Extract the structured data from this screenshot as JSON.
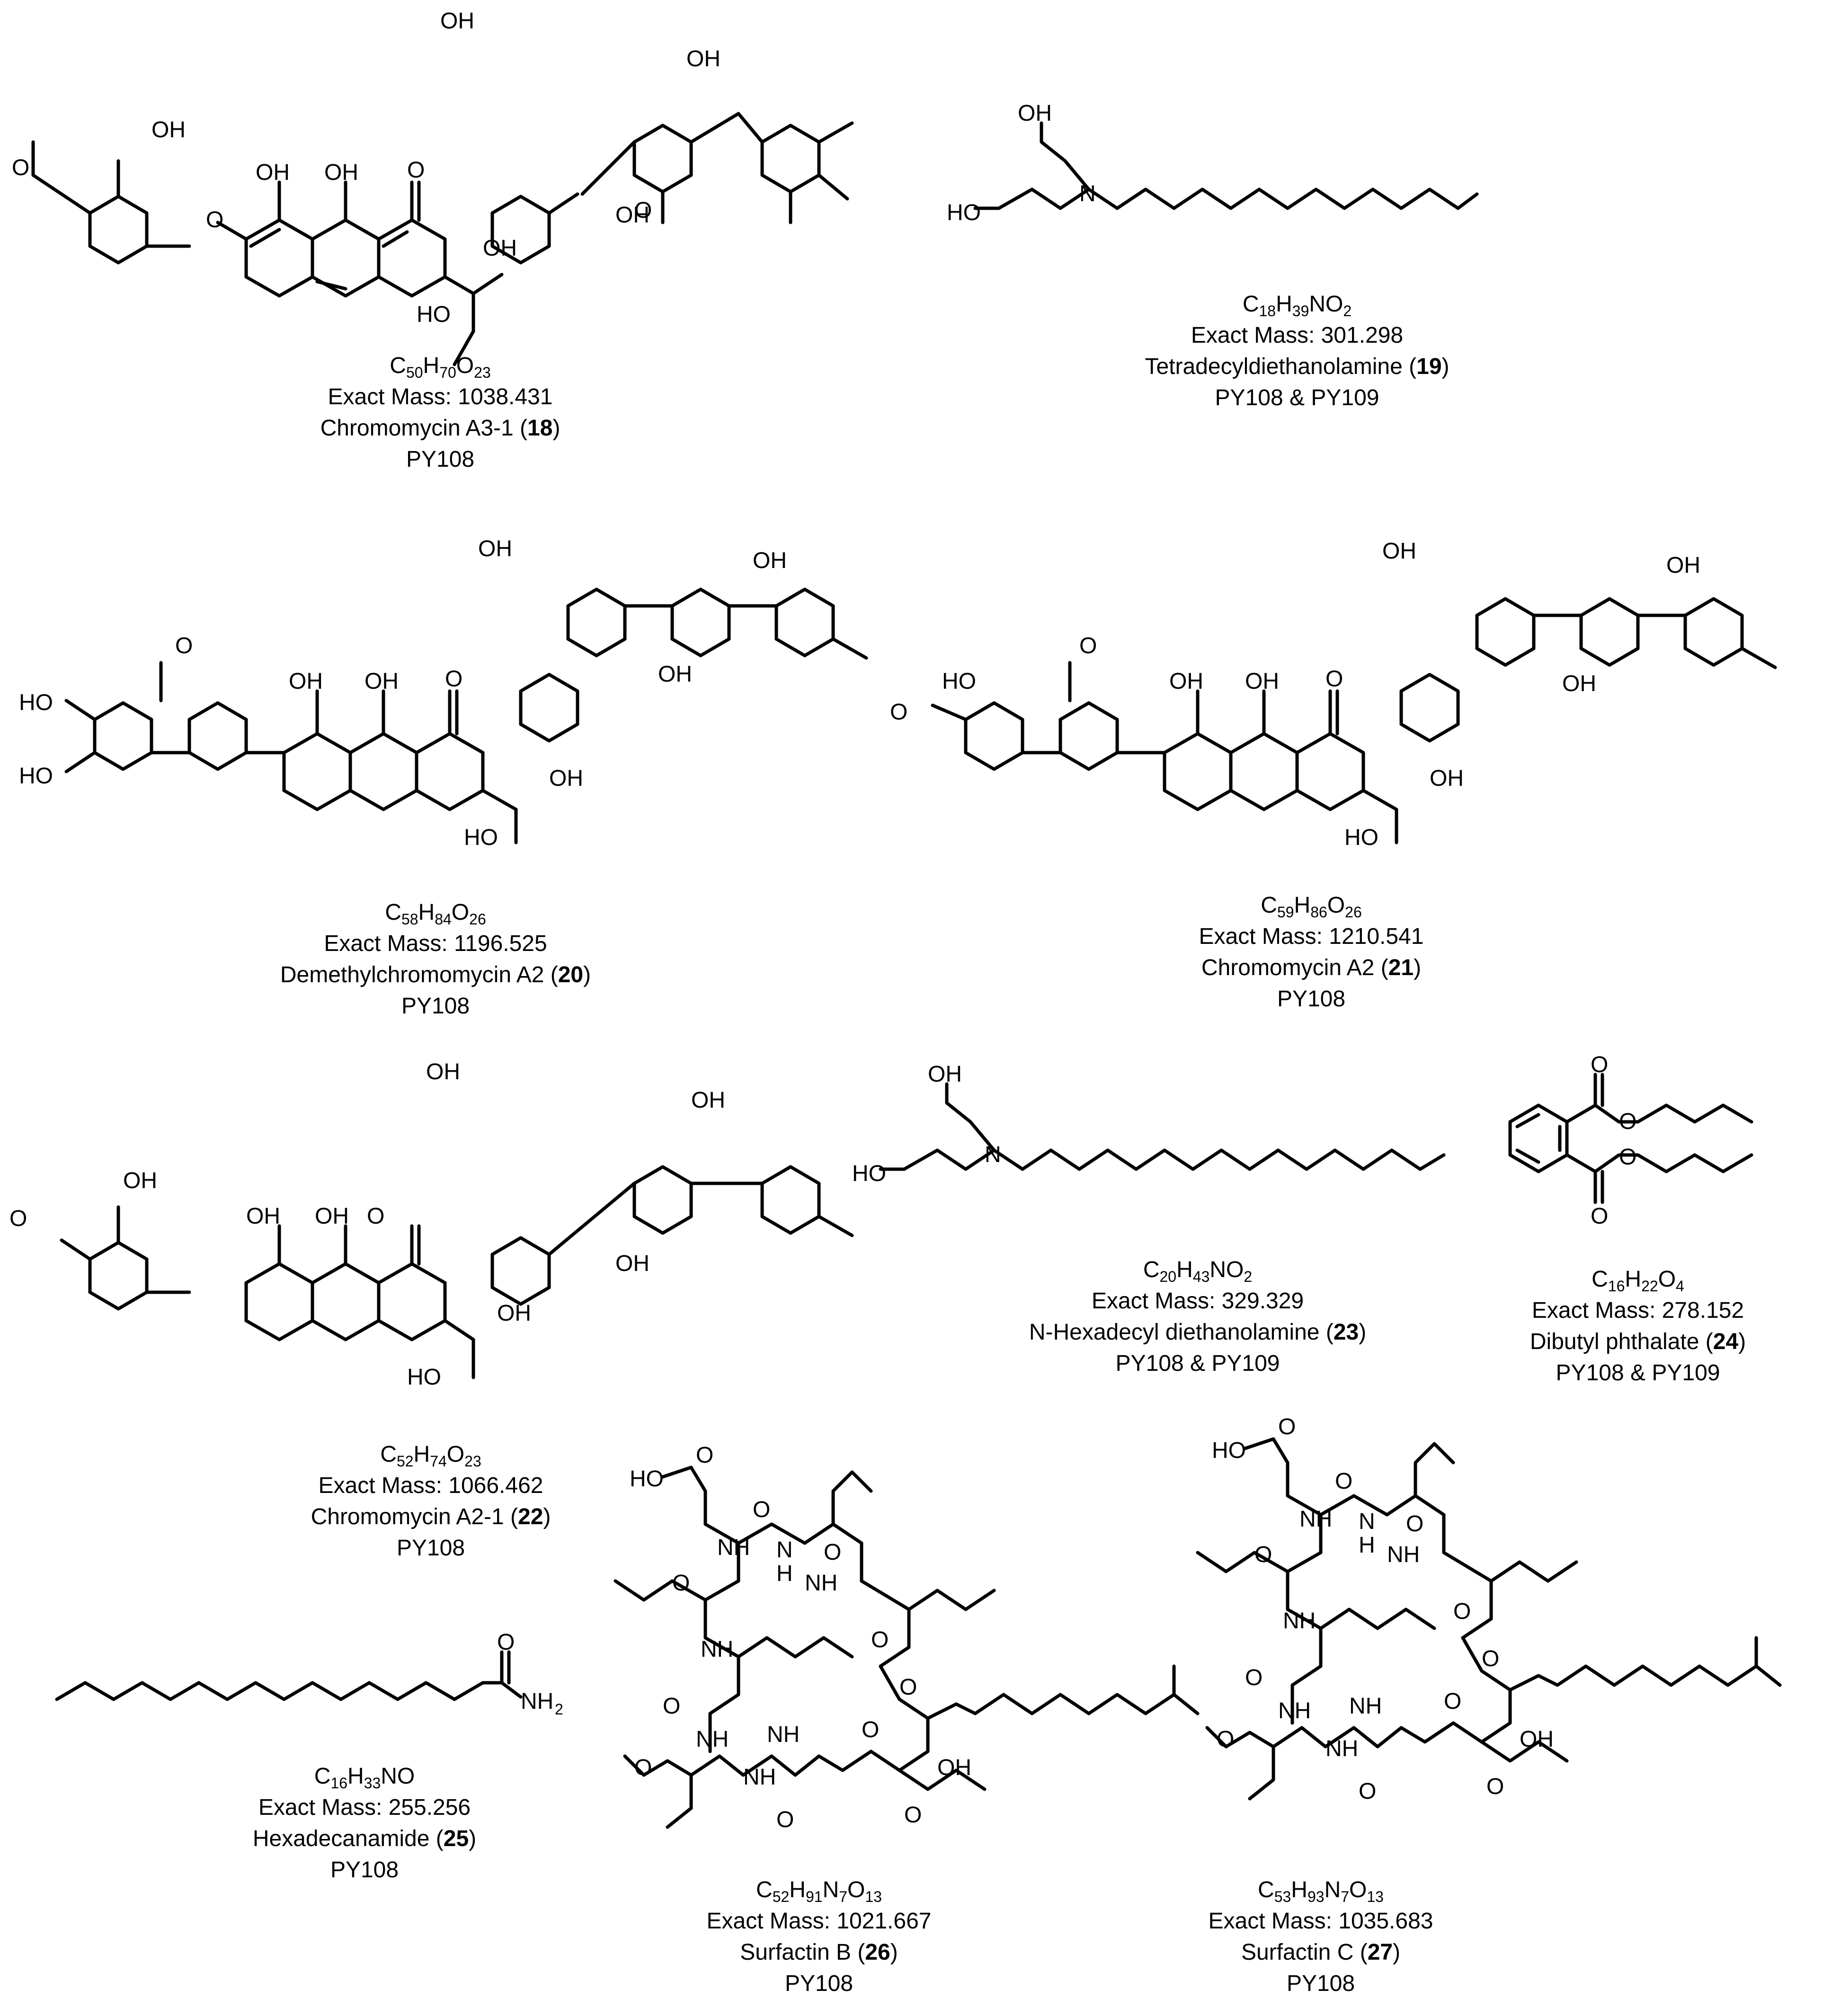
{
  "compounds": [
    {
      "id": "18",
      "formula": [
        [
          "C",
          "50"
        ],
        [
          "H",
          "70"
        ],
        [
          "O",
          "23"
        ]
      ],
      "mass": "Exact Mass: 1038.431",
      "name": "Chromomycin A3-1",
      "number": "18",
      "source": "PY108"
    },
    {
      "id": "19",
      "formula": [
        [
          "C",
          "18"
        ],
        [
          "H",
          "39"
        ],
        [
          "NO",
          "2"
        ]
      ],
      "mass": "Exact Mass: 301.298",
      "name": "Tetradecyldiethanolamine",
      "number": "19",
      "source": "PY108 & PY109"
    },
    {
      "id": "20",
      "formula": [
        [
          "C",
          "58"
        ],
        [
          "H",
          "84"
        ],
        [
          "O",
          "26"
        ]
      ],
      "mass": "Exact Mass: 1196.525",
      "name": "Demethylchromomycin A2",
      "number": "20",
      "source": "PY108"
    },
    {
      "id": "21",
      "formula": [
        [
          "C",
          "59"
        ],
        [
          "H",
          "86"
        ],
        [
          "O",
          "26"
        ]
      ],
      "mass": "Exact Mass: 1210.541",
      "name": "Chromomycin A2",
      "number": "21",
      "source": "PY108"
    },
    {
      "id": "22",
      "formula": [
        [
          "C",
          "52"
        ],
        [
          "H",
          "74"
        ],
        [
          "O",
          "23"
        ]
      ],
      "mass": "Exact Mass: 1066.462",
      "name": "Chromomycin A2-1",
      "number": "22",
      "source": "PY108"
    },
    {
      "id": "23",
      "formula": [
        [
          "C",
          "20"
        ],
        [
          "H",
          "43"
        ],
        [
          "NO",
          "2"
        ]
      ],
      "mass": "Exact Mass: 329.329",
      "name": "N-Hexadecyl diethanolamine",
      "number": "23",
      "source": "PY108 & PY109"
    },
    {
      "id": "24",
      "formula": [
        [
          "C",
          "16"
        ],
        [
          "H",
          "22"
        ],
        [
          "O",
          "4"
        ]
      ],
      "mass": "Exact Mass: 278.152",
      "name": "Dibutyl phthalate",
      "number": "24",
      "source": "PY108 & PY109"
    },
    {
      "id": "25",
      "formula": [
        [
          "C",
          "16"
        ],
        [
          "H",
          "33"
        ],
        [
          "NO",
          ""
        ]
      ],
      "mass": "Exact Mass: 255.256",
      "name": "Hexadecanamide",
      "number": "25",
      "source": "PY108"
    },
    {
      "id": "26",
      "formula": [
        [
          "C",
          "52"
        ],
        [
          "H",
          "91"
        ],
        [
          "N",
          "7"
        ],
        [
          "O",
          "13"
        ]
      ],
      "mass": "Exact Mass: 1021.667",
      "name": "Surfactin B",
      "number": "26",
      "source": "PY108"
    },
    {
      "id": "27",
      "formula": [
        [
          "C",
          "53"
        ],
        [
          "H",
          "93"
        ],
        [
          "N",
          "7"
        ],
        [
          "O",
          "13"
        ]
      ],
      "mass": "Exact Mass: 1035.683",
      "name": "Surfactin C",
      "number": "27",
      "source": "PY108"
    }
  ],
  "atom_labels": {
    "oh": "OH",
    "ho": "HO",
    "o": "O",
    "n": "N",
    "nh": "NH",
    "h": "H",
    "nh2": "NH",
    "two": "2"
  }
}
